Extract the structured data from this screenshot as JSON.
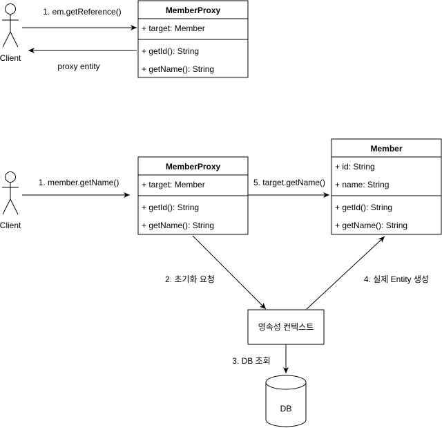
{
  "top": {
    "actor": "Client",
    "call_label": "1. em.getReference()",
    "return_label": "proxy entity",
    "proxy": {
      "title": "MemberProxy",
      "fields": [
        "+ target: Member"
      ],
      "methods": [
        "+ getId(): String",
        "+ getName(): String"
      ]
    }
  },
  "bottom": {
    "actor": "Client",
    "call_label": "1. member.getName()",
    "proxy": {
      "title": "MemberProxy",
      "fields": [
        "+ target: Member"
      ],
      "methods": [
        "+ getId(): String",
        "+ getName(): String"
      ]
    },
    "member": {
      "title": "Member",
      "fields": [
        "+ id: String",
        "+ name: String"
      ],
      "methods": [
        "+ getId(): String",
        "+ getName(): String"
      ]
    },
    "target_call_label": "5. target.getName()",
    "init_request_label": "2. 초기화 요청",
    "create_entity_label": "4. 실제 Entity 생성",
    "db_lookup_label": "3. DB 조회",
    "persistence_context": "영속성 컨텍스트",
    "db": "DB"
  }
}
